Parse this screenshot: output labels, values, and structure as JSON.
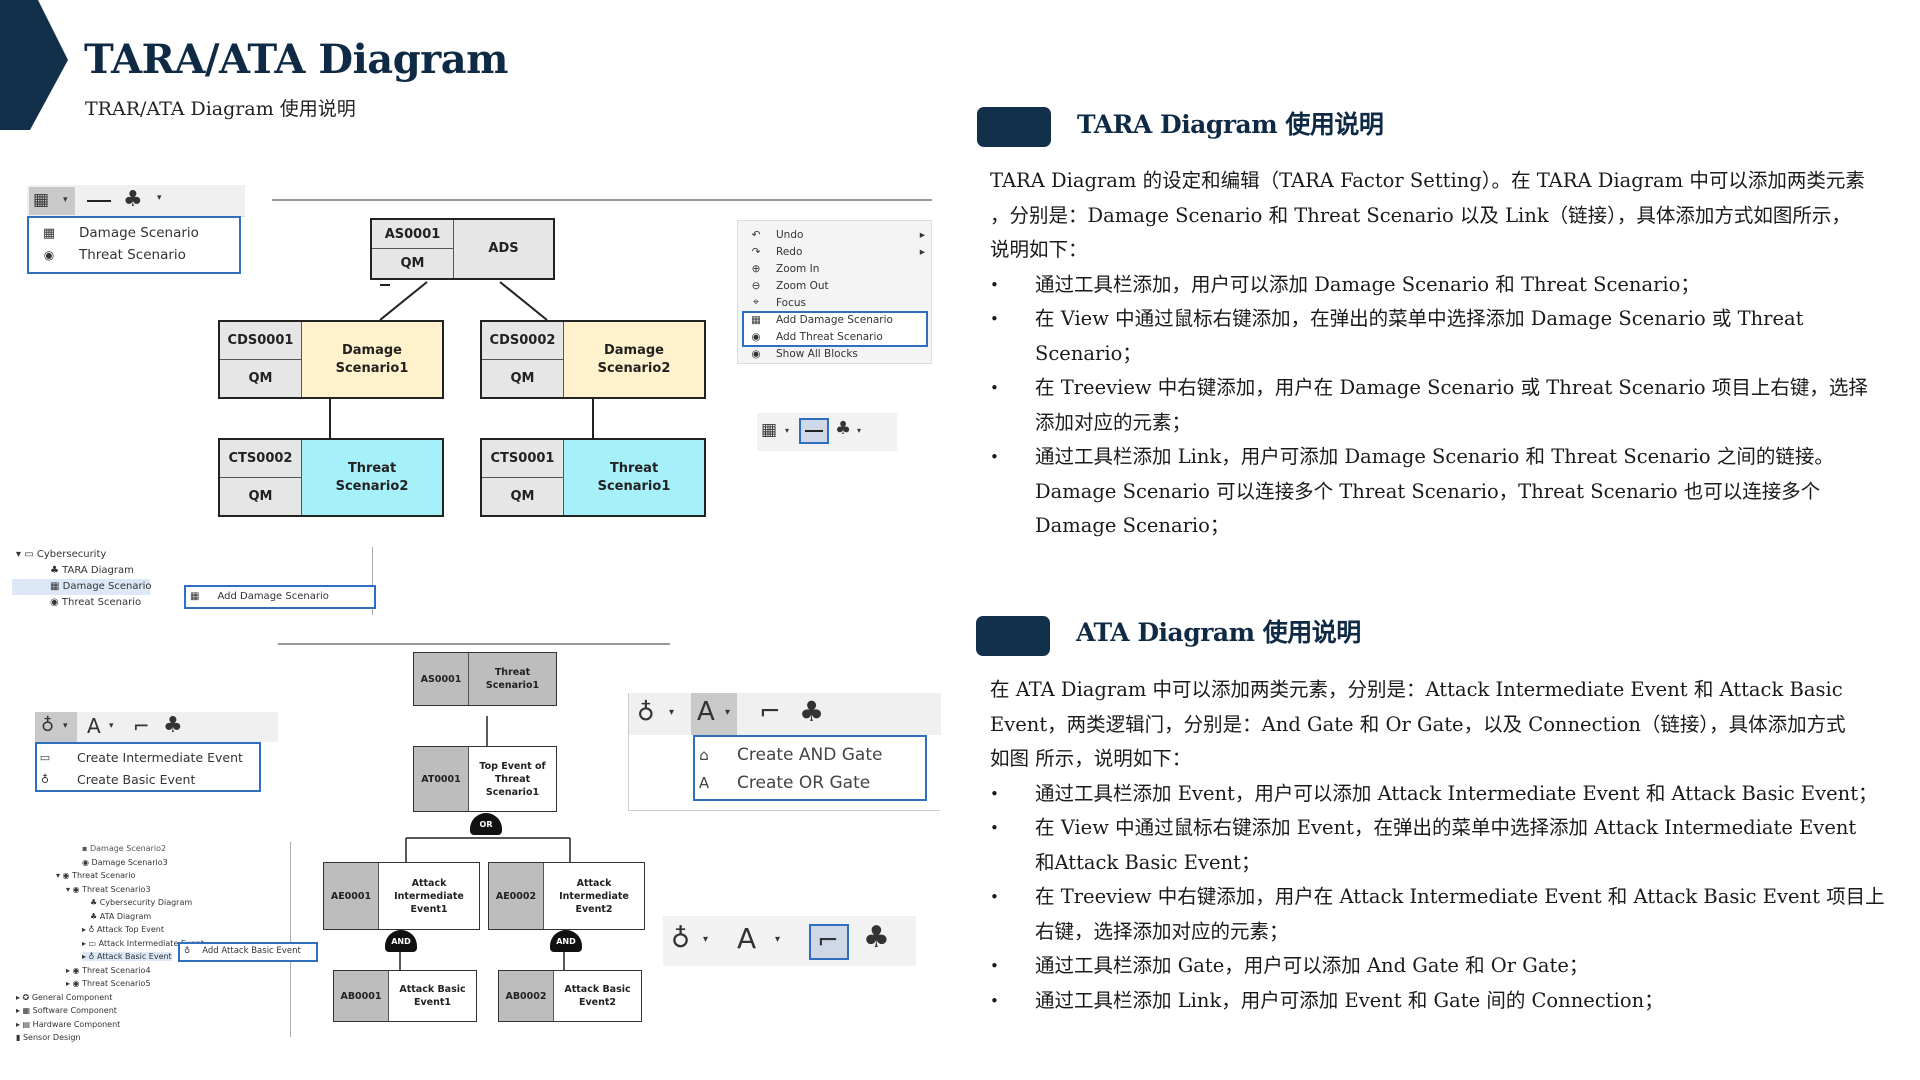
{
  "header": {
    "title": "TARA/ATA Diagram",
    "subtitle": "TRAR/ATA Diagram 使用说明"
  },
  "colors": {
    "navy": "#13304b",
    "title": "#0f2a44",
    "highlight": "#2f6fbf",
    "damage": "#fff2cc",
    "threat": "#a6f0fa"
  },
  "tara_section": {
    "heading": "TARA Diagram 使用说明",
    "intro": [
      "TARA Diagram 的设定和编辑（TARA Factor Setting）。在 TARA Diagram 中可以添加两类元素",
      "，分别是：Damage Scenario 和 Threat Scenario 以及 Link（链接），具体添加方式如图所示，",
      "说明如下："
    ],
    "bullets": [
      [
        "通过工具栏添加，用户可以添加 Damage Scenario 和 Threat Scenario；"
      ],
      [
        "在 View 中通过鼠标右键添加，在弹出的菜单中选择添加 Damage Scenario 或 Threat",
        "Scenario；"
      ],
      [
        "在 Treeview 中右键添加，用户在 Damage Scenario 或 Threat Scenario 项目上右键，选择",
        "添加对应的元素；"
      ],
      [
        "通过工具栏添加 Link，用户可添加 Damage Scenario 和 Threat Scenario 之间的链接。",
        "Damage Scenario 可以连接多个 Threat Scenario，Threat Scenario 也可以连接多个",
        "Damage Scenario；"
      ]
    ]
  },
  "ata_section": {
    "heading": "ATA Diagram 使用说明",
    "intro": [
      "在 ATA Diagram 中可以添加两类元素，分别是：Attack Intermediate Event 和 Attack Basic",
      "Event，两类逻辑门，分别是：And Gate 和 Or Gate，以及 Connection（链接），具体添加方式",
      "如图 所示，说明如下："
    ],
    "bullets": [
      [
        "通过工具栏添加 Event，用户可以添加 Attack Intermediate Event 和 Attack Basic Event；"
      ],
      [
        "在 View 中通过鼠标右键添加 Event，在弹出的菜单中选择添加 Attack Intermediate Event",
        "和Attack Basic Event；"
      ],
      [
        "在 Treeview 中右键添加，用户在 Attack Intermediate Event 和 Attack Basic Event 项目上",
        "右键，选择添加对应的元素；"
      ],
      [
        "通过工具栏添加 Gate，用户可以添加 And Gate 和 Or Gate；"
      ],
      [
        "通过工具栏添加 Link，用户可添加 Event 和 Gate 间的 Connection；"
      ]
    ]
  },
  "tara_toolbar_menu": [
    "Damage Scenario",
    "Threat Scenario"
  ],
  "tara_diagram": {
    "root": {
      "id": "AS0001",
      "qm": "QM",
      "name": "ADS"
    },
    "damage": [
      {
        "id": "CDS0001",
        "qm": "QM",
        "name": "Damage Scenario1"
      },
      {
        "id": "CDS0002",
        "qm": "QM",
        "name": "Damage Scenario2"
      }
    ],
    "threat": [
      {
        "id": "CTS0002",
        "qm": "QM",
        "name": "Threat Scenario2"
      },
      {
        "id": "CTS0001",
        "qm": "QM",
        "name": "Threat Scenario1"
      }
    ]
  },
  "context_menu": [
    "Undo",
    "Redo",
    "Zoom In",
    "Zoom Out",
    "Focus",
    "Add Damage Scenario",
    "Add Threat Scenario",
    "Show All Blocks"
  ],
  "tara_treeview": {
    "items": [
      "Cybersecurity",
      "TARA Diagram",
      "Damage Scenario",
      "Threat Scenario"
    ],
    "popup": "Add Damage Scenario"
  },
  "ata_toolbar_menu": [
    "Create Intermediate Event",
    "Create Basic Event"
  ],
  "ata_gate_menu": [
    "Create AND Gate",
    "Create OR Gate"
  ],
  "ata_diagram": {
    "root": {
      "id": "AS0001",
      "name": "Threat Scenario1"
    },
    "top": {
      "id": "AT0001",
      "name": "Top Event of Threat Scenario1"
    },
    "or_gate": "OR",
    "intermediate": [
      {
        "id": "AE0001",
        "name": "Attack Intermediate Event1"
      },
      {
        "id": "AE0002",
        "name": "Attack Intermediate Event2"
      }
    ],
    "and_gate": "AND",
    "basic": [
      {
        "id": "AB0001",
        "name": "Attack Basic Event1"
      },
      {
        "id": "AB0002",
        "name": "Attack Basic Event2"
      }
    ]
  },
  "ata_treeview": {
    "items": [
      "Damage Scenario2",
      "Damage Scenario3",
      "Threat Scenario",
      "Threat Scenario3",
      "Cybersecurity Diagram",
      "ATA Diagram",
      "Attack Top Event",
      "Attack Intermediate Event",
      "Attack Basic Event",
      "Threat Scenario4",
      "Threat Scenario5",
      "General Component",
      "Software Component",
      "Hardware Component",
      "Sensor Design"
    ],
    "popup": "Add Attack Basic Event"
  }
}
